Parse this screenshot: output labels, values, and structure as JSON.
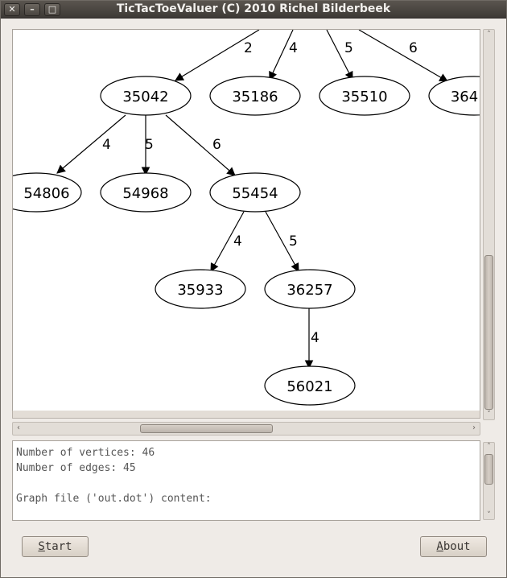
{
  "window": {
    "title": "TicTacToeValuer (C) 2010 Richel Bilderbeek",
    "close_glyph": "✕",
    "minimize_glyph": "–",
    "maximize_glyph": "□"
  },
  "graph": {
    "nodes": [
      {
        "id": "n35042",
        "label": "35042"
      },
      {
        "id": "n35186",
        "label": "35186"
      },
      {
        "id": "n35510",
        "label": "35510"
      },
      {
        "id": "n364",
        "label": "364"
      },
      {
        "id": "n54806",
        "label": "54806"
      },
      {
        "id": "n54968",
        "label": "54968"
      },
      {
        "id": "n55454",
        "label": "55454"
      },
      {
        "id": "n35933",
        "label": "35933"
      },
      {
        "id": "n36257",
        "label": "36257"
      },
      {
        "id": "n56021",
        "label": "56021"
      }
    ],
    "edge_labels": {
      "top_to_35042": "2",
      "top_to_35186": "4",
      "top_to_35510": "5",
      "top_to_364": "6",
      "35042_to_54806": "4",
      "35042_to_54968": "5",
      "35042_to_55454": "6",
      "55454_to_35933": "4",
      "55454_to_36257": "5",
      "36257_to_56021": "4"
    }
  },
  "output": {
    "lines": [
      "Number of vertices: 46",
      "Number of edges: 45",
      "",
      "Graph file ('out.dot') content:"
    ]
  },
  "buttons": {
    "start": {
      "mnemonic": "S",
      "rest": "tart"
    },
    "about": {
      "mnemonic": "A",
      "rest": "bout"
    }
  },
  "scroll_arrows": {
    "up": "˄",
    "down": "˅",
    "left": "‹",
    "right": "›"
  }
}
